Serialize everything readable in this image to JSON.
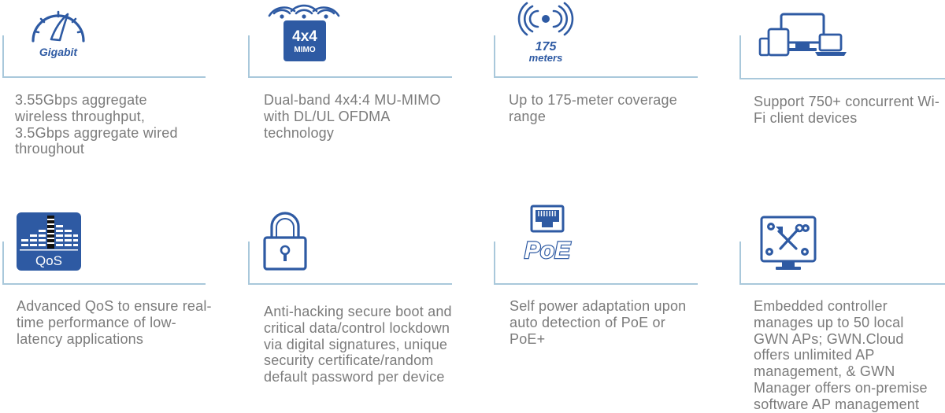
{
  "colors": {
    "icon_blue": "#2e5aa3",
    "divider": "#a9c8db",
    "text_gray": "#7b7b7b"
  },
  "features": [
    {
      "icon": "speedometer-icon",
      "icon_label": "Gigabit",
      "text": "3.55Gbps aggregate wireless throughput, 3.5Gbps aggregate wired throughout"
    },
    {
      "icon": "mimo-icon",
      "icon_label_main": "4x4",
      "icon_label_sub": "MIMO",
      "text": "Dual-band 4x4:4 MU-MIMO with DL/UL OFDMA technology"
    },
    {
      "icon": "coverage-icon",
      "icon_label_main": "175",
      "icon_label_sub": "meters",
      "text": "Up to 175-meter coverage range"
    },
    {
      "icon": "devices-icon",
      "text": "Support 750+ concurrent Wi-Fi client devices"
    },
    {
      "icon": "qos-icon",
      "icon_label": "QoS",
      "text": "Advanced QoS to ensure real-time performance of low-latency applications"
    },
    {
      "icon": "lock-icon",
      "text": "Anti-hacking secure boot and critical data/control lockdown via digital signatures, unique security certificate/random default password per device"
    },
    {
      "icon": "poe-icon",
      "icon_label": "PoE",
      "text": "Self power adaptation upon auto detection of PoE or PoE+"
    },
    {
      "icon": "controller-icon",
      "text": "Embedded controller manages up to 50 local GWN APs; GWN.Cloud offers unlimited AP management, & GWN Manager offers on-premise software AP management"
    }
  ]
}
